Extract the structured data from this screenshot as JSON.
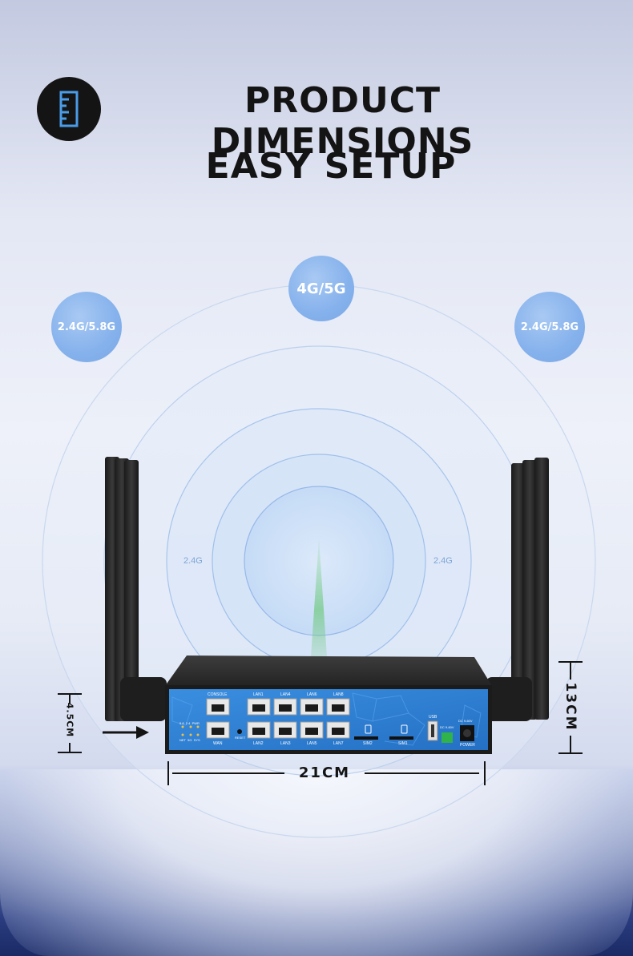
{
  "header": {
    "title": "PRODUCT DIMENSIONS",
    "subtitle": "EASY SETUP",
    "icon": "ruler-icon"
  },
  "badges": {
    "center": "4G/5G",
    "left": "2.4G/5.8G",
    "right": "2.4G/5.8G"
  },
  "ring_labels": {
    "left": "2.4G",
    "right": "2.4G"
  },
  "dimensions": {
    "width": "21CM",
    "depth": "4.5CM",
    "height": "13CM"
  },
  "router": {
    "port_labels_top": [
      "CONSOLE",
      "LAN1",
      "LAN4",
      "LAN6",
      "LAN8"
    ],
    "port_labels_bottom": [
      "WAN",
      "LAN2",
      "LAN3",
      "LAN5",
      "LAN7"
    ],
    "led_labels_top": "5.8  2.4  PWR",
    "led_labels_bottom": "NET  5G  SYS",
    "reset_label": "RESET",
    "sim2_label": "SIM2",
    "sim1_label": "SIM1",
    "usb_label": "USB",
    "dc_in_label": "DC 9-60V",
    "dc_power_label": "DC 9-60V",
    "power_label": "POWER"
  },
  "colors": {
    "panel_blue": "#2f7fd0",
    "badge_blue": "#85b1ec",
    "ring_blue": "#9fc0ea",
    "text_dark": "#141414"
  }
}
